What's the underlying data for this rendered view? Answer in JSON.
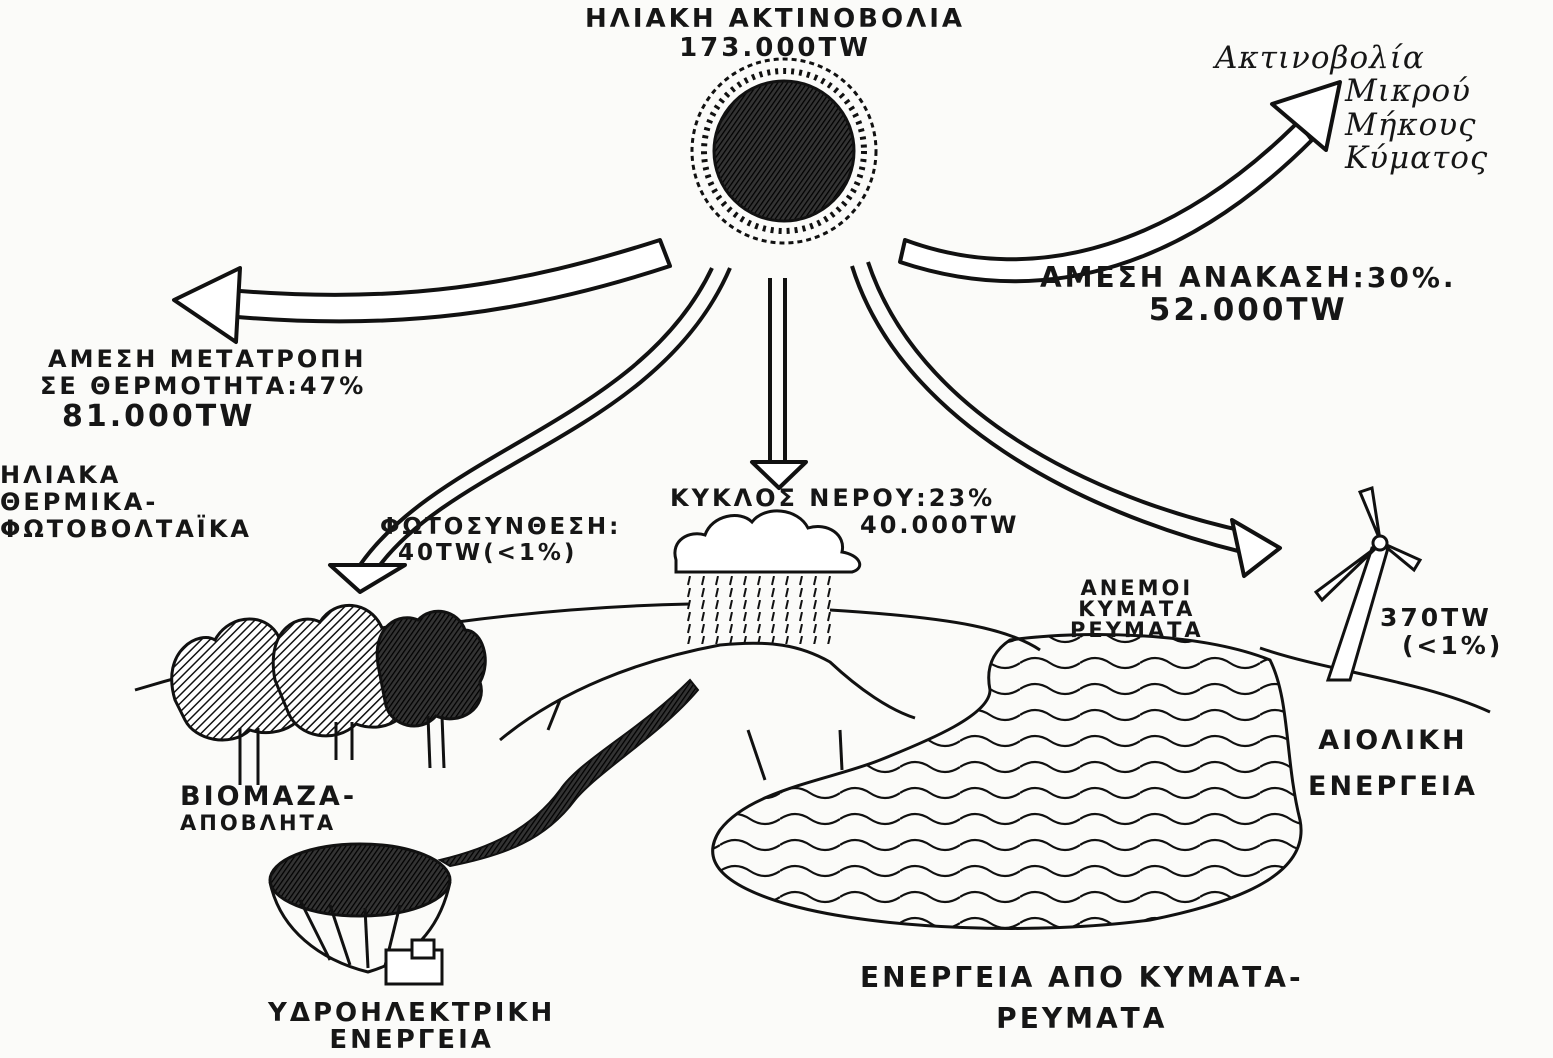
{
  "solar": {
    "line1": "ΗΛΙΑΚΗ ΑΚΤΙΝΟΒΟΛΙΑ",
    "line2": "173.000TW"
  },
  "shortwave": {
    "line1": "Ακτινοβολία",
    "line2": "Μικρού",
    "line3": "Μήκους",
    "line4": "Κύματος"
  },
  "reflection": {
    "line1": "ΑΜΕΣΗ ΑΝΑΚΑΣΗ:30%.",
    "line2": "52.000TW"
  },
  "heat": {
    "line1": "ΑΜΕΣΗ ΜΕΤΑΤΡΟΠΗ",
    "line2": "ΣΕ ΘΕΡΜΟΤΗΤΑ:47%",
    "line3": "81.000TW"
  },
  "solar_tech": {
    "line1": "ΗΛΙΑΚΑ",
    "line2": "ΘΕΡΜΙΚΑ-",
    "line3": "ΦΩΤΟΒΟΛΤΑΪΚΑ"
  },
  "photosynthesis": {
    "line1": "ΦΩΤΟΣΥΝΘΕΣΗ:",
    "line2": "40TW(<1%)"
  },
  "water_cycle": {
    "line1": "ΚΥΚΛΟΣ ΝΕΡΟΥ:23%",
    "line2": "40.000TW"
  },
  "winds": {
    "line1": "ΑΝΕΜΟΙ",
    "line2": "ΚΥΜΑΤΑ",
    "line3": "ΡΕΥΜΑΤΑ"
  },
  "wind_value": {
    "line1": "370TW",
    "line2": "(<1%)"
  },
  "wind_energy": {
    "line1": "ΑΙΟΛΙΚΗ",
    "line2": "ΕΝΕΡΓΕΙΑ"
  },
  "biomass": {
    "line1": "ΒΙΟΜΑΖΑ-",
    "line2": "ΑΠΟΒΛΗΤΑ"
  },
  "hydro": {
    "line1": "ΥΔΡΟΗΛΕΚΤΡΙΚΗ",
    "line2": "ΕΝΕΡΓΕΙΑ"
  },
  "wave_energy": {
    "line1": "ΕΝΕΡΓΕΙΑ ΑΠΟ ΚΥΜΑΤΑ-",
    "line2": "ΡΕΥΜΑΤΑ"
  },
  "colors": {
    "ink": "#161616",
    "paper": "#fbfbf9"
  }
}
